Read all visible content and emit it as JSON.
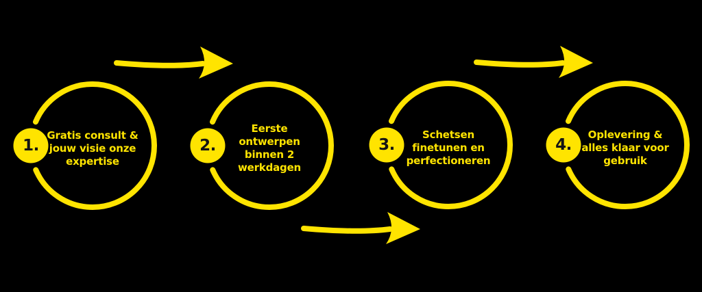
{
  "colors": {
    "accent": "#FFE400",
    "bg": "#000000",
    "ink": "#141414"
  },
  "steps": [
    {
      "number": "1.",
      "label": "Gratis consult &\njouw visie onze\nexpertise"
    },
    {
      "number": "2.",
      "label": "Eerste\nontwerpen\nbinnen 2\nwerkdagen"
    },
    {
      "number": "3.",
      "label": "Schetsen\nfinetunen en\nperfectioneren"
    },
    {
      "number": "4.",
      "label": "Oplevering &\nalles klaar voor\ngebruik"
    }
  ],
  "icons": [
    {
      "name": "curved-arrow-right-icon",
      "from_step": "1.",
      "to_step": "2.",
      "position": "top"
    },
    {
      "name": "curved-arrow-right-icon",
      "from_step": "2.",
      "to_step": "3.",
      "position": "bottom"
    },
    {
      "name": "curved-arrow-right-icon",
      "from_step": "3.",
      "to_step": "4.",
      "position": "top"
    }
  ]
}
